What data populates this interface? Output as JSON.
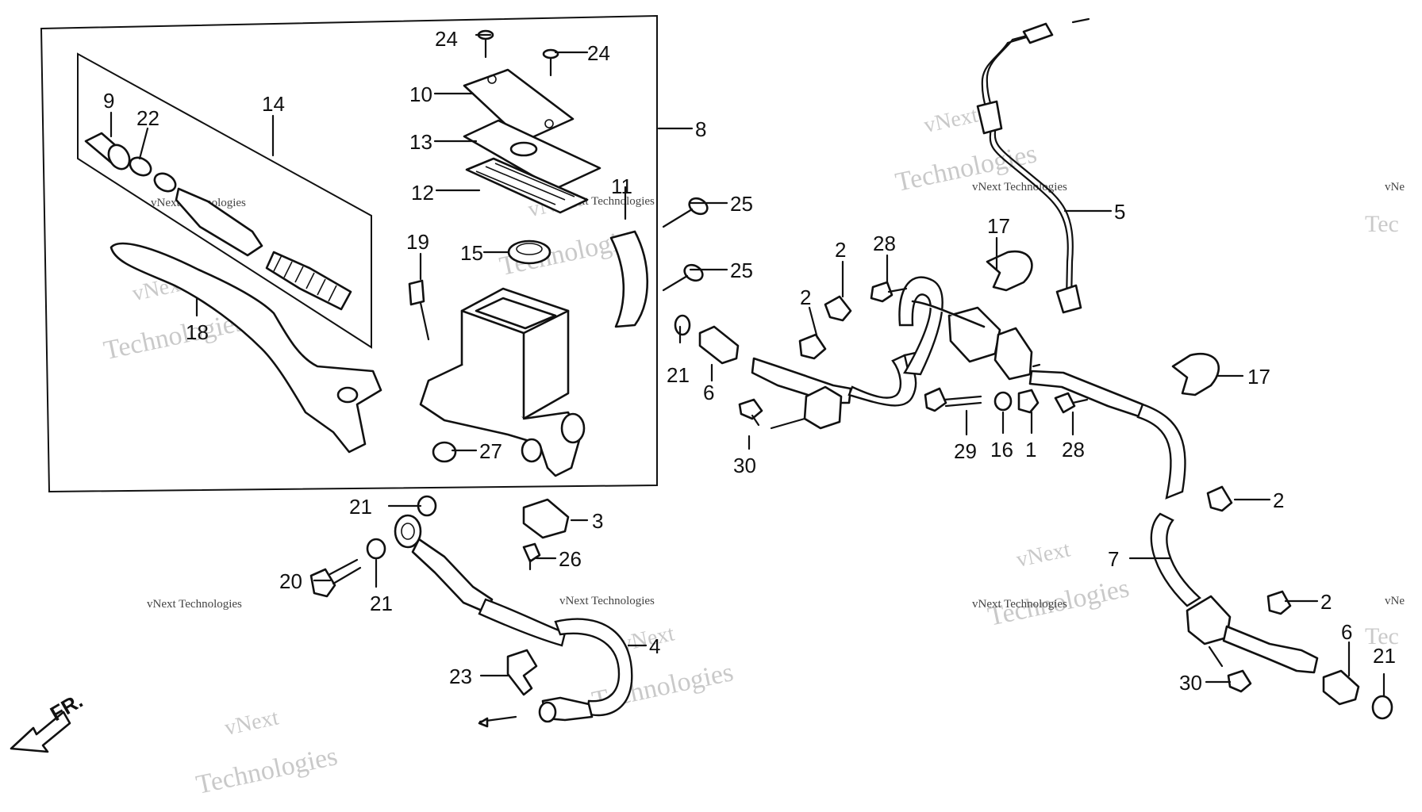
{
  "diagram": {
    "watermark_brand": "vNext Technologies",
    "watermark_line1": "vNext",
    "watermark_line2": "Technologies",
    "watermark_partial": "vNe",
    "watermark_partial2": "Tec",
    "direction_label": "FR.",
    "callouts": {
      "c1": "1",
      "c2a": "2",
      "c2b": "2",
      "c2c": "2",
      "c2d": "2",
      "c3": "3",
      "c4": "4",
      "c5": "5",
      "c6a": "6",
      "c6b": "6",
      "c7": "7",
      "c8": "8",
      "c9": "9",
      "c10": "10",
      "c11": "11",
      "c12": "12",
      "c13": "13",
      "c14": "14",
      "c15": "15",
      "c16": "16",
      "c17a": "17",
      "c17b": "17",
      "c18": "18",
      "c19": "19",
      "c20": "20",
      "c21a": "21",
      "c21b": "21",
      "c21c": "21",
      "c21d": "21",
      "c22": "22",
      "c23": "23",
      "c24a": "24",
      "c24b": "24",
      "c25a": "25",
      "c25b": "25",
      "c26": "26",
      "c27": "27",
      "c28a": "28",
      "c28b": "28",
      "c29": "29",
      "c30a": "30",
      "c30b": "30"
    }
  }
}
